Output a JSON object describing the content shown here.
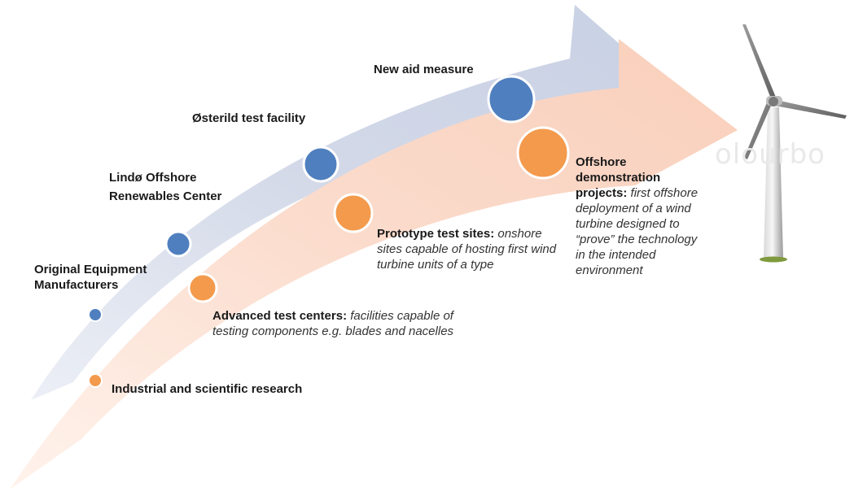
{
  "colors": {
    "blue_arrow": "#d3d9e8",
    "peach_arrow": "#fbdccd",
    "blue_dot": "#4f7fbf",
    "orange_dot": "#f39a4d",
    "ring": "#ffffff"
  },
  "watermark": "olourbo",
  "blue_track": [
    {
      "label": "Original Equipment Manufacturers"
    },
    {
      "label": "Lindø Offshore Renewables Center"
    },
    {
      "label": "Østerild test facility"
    },
    {
      "label": "New aid measure"
    }
  ],
  "orange_track": [
    {
      "label": "Industrial and scientific research",
      "desc": ""
    },
    {
      "label": "Advanced test centers:",
      "desc": "facilities capable of testing components e.g. blades and nacelles"
    },
    {
      "label": "Prototype test sites:",
      "desc": "onshore sites capable of hosting first wind turbine units of a type"
    },
    {
      "label": "Offshore demonstration projects:",
      "desc": "first offshore deployment of a wind turbine designed to “prove” the technology in the intended environment"
    }
  ]
}
